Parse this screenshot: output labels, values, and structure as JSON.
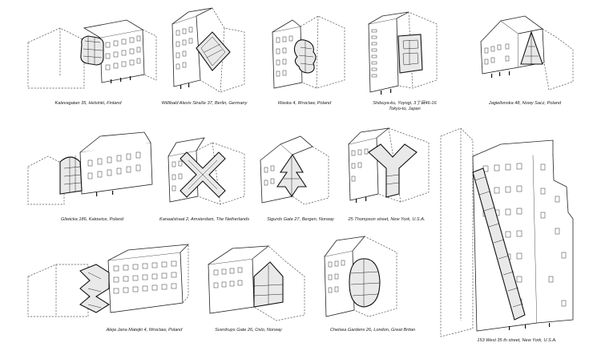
{
  "captions": [
    {
      "id": "c1",
      "text": "Kalevagatan 35, Helsinki, Finland"
    },
    {
      "id": "c2",
      "text": "Willibald Alexis Straße 37, Berlin, Germany"
    },
    {
      "id": "c3",
      "text": "Waska 4, Wroclaw, Poland"
    },
    {
      "id": "c4a",
      "text": "Shibuya-ku, Yoyogi, 3丁目46-16"
    },
    {
      "id": "c4b",
      "text": "Tokyo-to, Japan"
    },
    {
      "id": "c5",
      "text": "Jagiellonska 48, Nowy Sacz, Poland"
    },
    {
      "id": "c6",
      "text": "Gliwicka 186, Katowice, Poland"
    },
    {
      "id": "c7",
      "text": "Kanaalstraat 2, Amsterdam, The Netherlands"
    },
    {
      "id": "c8",
      "text": "Sigurds Gate 27, Bergen, Norway"
    },
    {
      "id": "c9",
      "text": "25 Thompson street, New York, U.S.A."
    },
    {
      "id": "c10",
      "text": "Aleja Jana Matejki 4, Wroclaw, Poland"
    },
    {
      "id": "c11",
      "text": "Sverdrups Gate 26, Oslo, Norway"
    },
    {
      "id": "c12",
      "text": "Chelsea Gardens 26, London, Great Britan"
    },
    {
      "id": "c13",
      "text": "153 West 35 th street, New York, U.S.A."
    }
  ],
  "colors": {
    "line": "#222222",
    "dashed": "#555555",
    "pod": "#e9e9e9",
    "background": "#ffffff"
  }
}
